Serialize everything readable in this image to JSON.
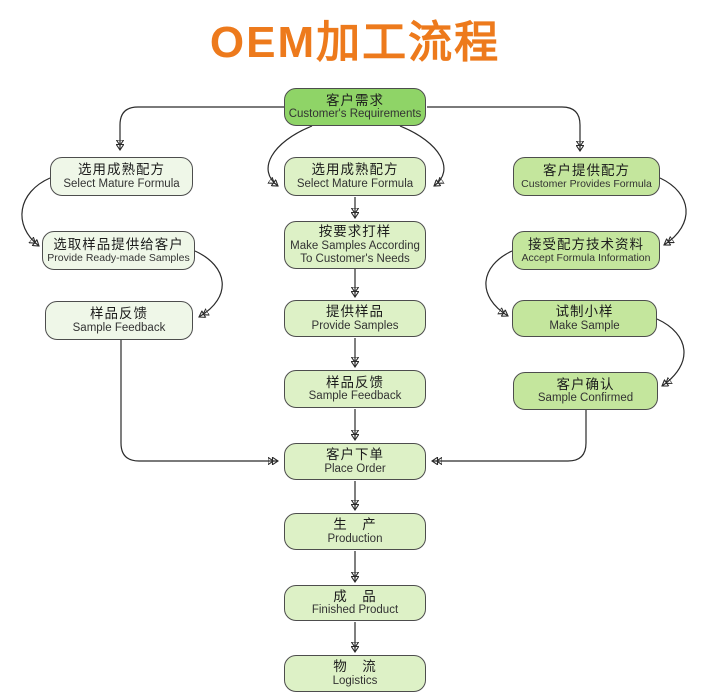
{
  "title": "OEM加工流程",
  "colors": {
    "title_orange": "#ED7A1C",
    "box_border": "#4d4d4d",
    "arrow": "#2a2a2a",
    "fill_customer_requirements": "#8FD467",
    "fill_left_column": "#EFF7E8",
    "fill_middle_column": "#DDF1C6",
    "fill_right_column": "#C4E69D",
    "background": "#FFFFFF"
  },
  "nodes": {
    "customer_requirements": {
      "zh": "客户需求",
      "en": "Customer's Requirements"
    },
    "select_mature_formula_left": {
      "zh": "选用成熟配方",
      "en": "Select Mature Formula"
    },
    "provide_ready_made_samples": {
      "zh": "选取样品提供给客户",
      "en": "Provide Ready-made Samples"
    },
    "sample_feedback_left": {
      "zh": "样品反馈",
      "en": "Sample Feedback"
    },
    "select_mature_formula_middle": {
      "zh": "选用成熟配方",
      "en": "Select Mature Formula"
    },
    "make_samples_according": {
      "zh": "按要求打样",
      "en": "Make Samples According To Customer's Needs"
    },
    "provide_samples": {
      "zh": "提供样品",
      "en": "Provide Samples"
    },
    "sample_feedback_middle": {
      "zh": "样品反馈",
      "en": "Sample Feedback"
    },
    "customer_provides_formula": {
      "zh": "客户提供配方",
      "en": "Customer Provides Formula"
    },
    "accept_formula_information": {
      "zh": "接受配方技术资料",
      "en": "Accept Formula Information"
    },
    "make_sample": {
      "zh": "试制小样",
      "en": "Make Sample"
    },
    "sample_confirmed": {
      "zh": "客户确认",
      "en": "Sample Confirmed"
    },
    "place_order": {
      "zh": "客户下单",
      "en": "Place Order"
    },
    "production": {
      "zh": "生　产",
      "en": "Production"
    },
    "finished_product": {
      "zh": "成　品",
      "en": "Finished Product"
    },
    "logistics": {
      "zh": "物　流",
      "en": "Logistics"
    }
  }
}
